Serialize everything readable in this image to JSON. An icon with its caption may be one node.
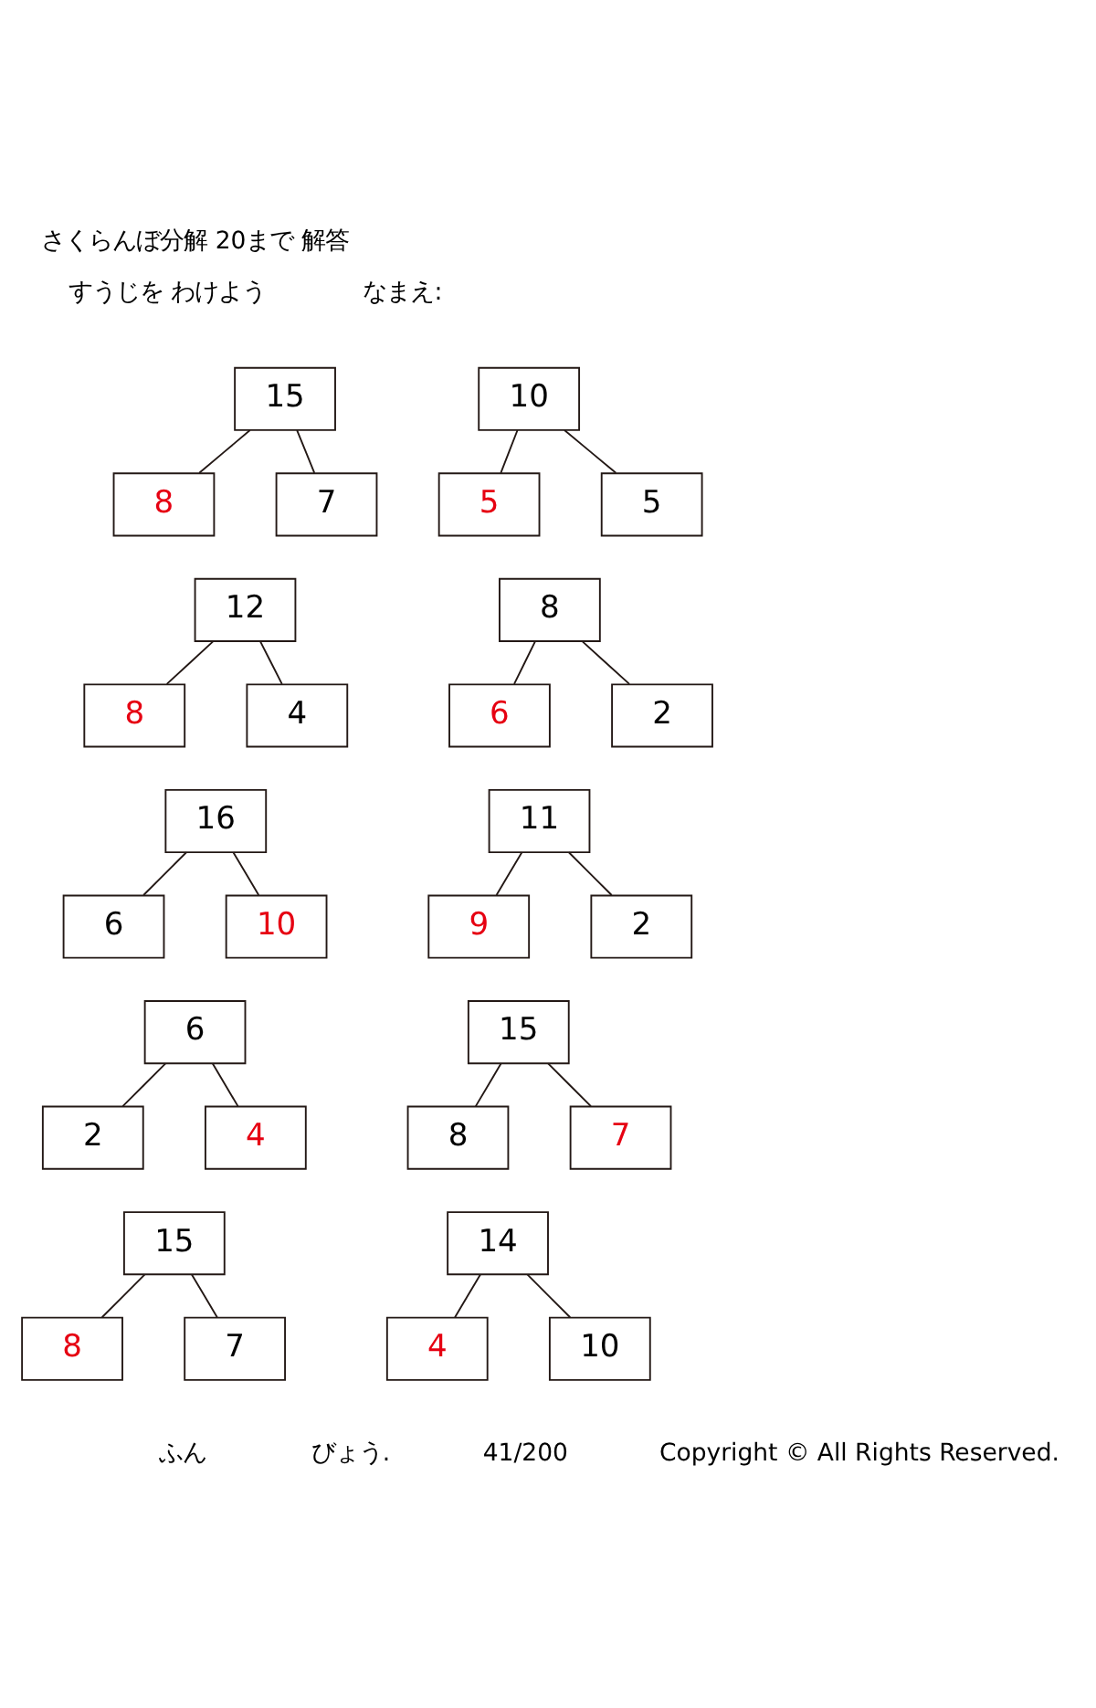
{
  "diagram": {
    "title": "さくらんぼ分解 20まで 解答",
    "nodes": [
      {
        "text": [
          "15"
        ]
      },
      {
        "text": [
          "8"
        ]
      },
      {
        "text": [
          "7"
        ]
      },
      {
        "text": [
          "10"
        ]
      },
      {
        "text": [
          "5"
        ]
      },
      {
        "text": [
          "5"
        ]
      },
      {
        "text": [
          "12"
        ]
      },
      {
        "text": [
          "8"
        ]
      },
      {
        "text": [
          "4"
        ]
      },
      {
        "text": [
          "8"
        ]
      },
      {
        "text": [
          "6"
        ]
      },
      {
        "text": [
          "2"
        ]
      },
      {
        "text": [
          "16"
        ]
      },
      {
        "text": [
          "6"
        ]
      },
      {
        "text": [
          "10"
        ]
      },
      {
        "text": [
          "11"
        ]
      },
      {
        "text": [
          "9"
        ]
      },
      {
        "text": [
          "2"
        ]
      },
      {
        "text": [
          "6"
        ]
      },
      {
        "text": [
          "2"
        ]
      },
      {
        "text": [
          "4"
        ]
      },
      {
        "text": [
          "15"
        ]
      },
      {
        "text": [
          "8"
        ]
      },
      {
        "text": [
          "7"
        ]
      },
      {
        "text": [
          "15"
        ]
      },
      {
        "text": [
          "8"
        ]
      },
      {
        "text": [
          "7"
        ]
      },
      {
        "text": [
          "14"
        ]
      },
      {
        "text": [
          "4"
        ]
      },
      {
        "text": [
          "10"
        ]
      }
    ],
    "edges": [
      {
        "from": 0,
        "to": 1,
        "arrow": "none"
      },
      {
        "from": 0,
        "to": 2,
        "arrow": "none"
      },
      {
        "from": 3,
        "to": 4,
        "arrow": "none"
      },
      {
        "from": 3,
        "to": 5,
        "arrow": "none"
      },
      {
        "from": 6,
        "to": 7,
        "arrow": "none"
      },
      {
        "from": 6,
        "to": 8,
        "arrow": "none"
      },
      {
        "from": 9,
        "to": 10,
        "arrow": "none"
      },
      {
        "from": 9,
        "to": 11,
        "arrow": "none"
      },
      {
        "from": 12,
        "to": 13,
        "arrow": "none"
      },
      {
        "from": 12,
        "to": 14,
        "arrow": "none"
      },
      {
        "from": 15,
        "to": 16,
        "arrow": "none"
      },
      {
        "from": 15,
        "to": 17,
        "arrow": "none"
      },
      {
        "from": 18,
        "to": 19,
        "arrow": "none"
      },
      {
        "from": 18,
        "to": 20,
        "arrow": "none"
      },
      {
        "from": 21,
        "to": 22,
        "arrow": "none"
      },
      {
        "from": 21,
        "to": 23,
        "arrow": "none"
      },
      {
        "from": 24,
        "to": 25,
        "arrow": "none"
      },
      {
        "from": 24,
        "to": 26,
        "arrow": "none"
      },
      {
        "from": 27,
        "to": 28,
        "arrow": "none"
      },
      {
        "from": 27,
        "to": 29,
        "arrow": "none"
      }
    ],
    "labels": [
      "すうじを わけよう",
      "なまえ:",
      "ふん",
      "びょう.",
      "41/200",
      "Copyright © All Rights Reserved."
    ]
  }
}
